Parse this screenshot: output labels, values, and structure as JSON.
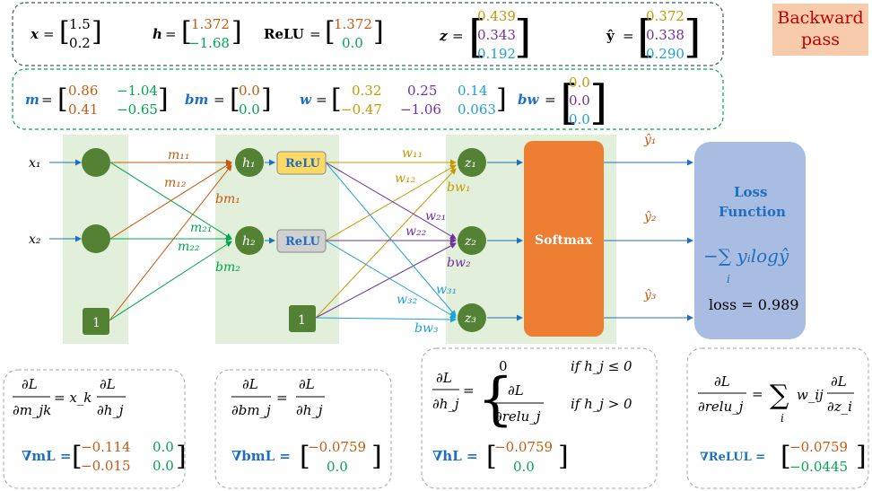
{
  "colors": {
    "orange": "#c55a11",
    "green": "#00a651",
    "purple": "#7030a0",
    "blue": "#1fa0d6",
    "gold": "#c49a00",
    "dark": "#000000",
    "formula_blue": "#1f6fbf",
    "softmax": "#ed7d31",
    "loss_box": "#a9bde2",
    "relu_yellow": "#ffd966",
    "relu_gray": "#d0d0d0",
    "layer_bg": "#e2efda",
    "neuron": "#548235"
  },
  "badge": {
    "line1": "Backward",
    "line2": "pass"
  },
  "top": {
    "x": {
      "label": "x",
      "v1": "1.5",
      "v2": "0.2"
    },
    "h": {
      "label": "h",
      "v1": "1.372",
      "v2": "−1.68"
    },
    "relu": {
      "label": "ReLU",
      "v1": "1.372",
      "v2": "0.0"
    },
    "z": {
      "label": "z",
      "v1": "0.439",
      "v2": "0.343",
      "v3": "0.192"
    },
    "yhat": {
      "label": "ŷ",
      "v1": "0.372",
      "v2": "0.338",
      "v3": "0.290"
    }
  },
  "params": {
    "m": {
      "label": "m",
      "r1c1": "0.86",
      "r1c2": "−1.04",
      "r2c1": "0.41",
      "r2c2": "−0.65"
    },
    "bm": {
      "label": "bm",
      "v1": "0.0",
      "v2": "0.0"
    },
    "w": {
      "label": "w",
      "r1c1": "0.32",
      "r1c2": "0.25",
      "r1c3": "0.14",
      "r2c1": "−0.47",
      "r2c2": "−1.06",
      "r2c3": "0.063"
    },
    "bw": {
      "label": "bw",
      "v1": "0.0",
      "v2": "0.0",
      "v3": "0.0"
    }
  },
  "net": {
    "x1": "x₁",
    "x2": "x₂",
    "one": "1",
    "h1": "h₁",
    "h2": "h₂",
    "relu": "ReLU",
    "one2": "1",
    "z1": "z₁",
    "z2": "z₂",
    "z3": "z₃",
    "m11": "m₁₁",
    "m12": "m₁₂",
    "m21": "m₂₁",
    "m22": "m₂₂",
    "bm1": "bm₁",
    "bm2": "bm₂",
    "w11": "w₁₁",
    "w12": "w₁₂",
    "w21": "w₂₁",
    "w22": "w₂₂",
    "w31": "w₃₁",
    "w32": "w₃₂",
    "bw1": "bw₁",
    "bw2": "bw₂",
    "bw3": "bw₃",
    "softmax": "Softmax",
    "y1": "ŷ₁",
    "y2": "ŷ₂",
    "y3": "ŷ₃"
  },
  "loss": {
    "title1": "Loss",
    "title2": "Function",
    "formula": "−∑ yᵢlogŷ",
    "sub": "i",
    "value": "loss = 0.989"
  },
  "grads": {
    "m": {
      "lhs": "∂L",
      "lhs_den": "∂m_jk",
      "eq": "= x_k",
      "rhs": "∂L",
      "rhs_den": "∂h_j",
      "label": "∇mL =",
      "r1c1": "−0.114",
      "r1c2": "0.0",
      "r2c1": "−0.015",
      "r2c2": "0.0"
    },
    "bm": {
      "lhs": "∂L",
      "lhs_den": "∂bm_j",
      "rhs": "∂L",
      "rhs_den": "∂h_j",
      "label": "∇bmL =",
      "v1": "−0.0759",
      "v2": "0.0"
    },
    "h": {
      "lhs": "∂L",
      "lhs_den": "∂h_j",
      "case1": "0",
      "cond1": "if  h_j ≤ 0",
      "case2_num": "∂L",
      "case2_den": "∂relu_j",
      "cond2": "if  h_j > 0",
      "label": "∇hL =",
      "v1": "−0.0759",
      "v2": "0.0"
    },
    "relu": {
      "lhs": "∂L",
      "lhs_den": "∂relu_j",
      "sum": "∑",
      "sum_sub": "i",
      "w": "w_ij",
      "rhs": "∂L",
      "rhs_den": "∂z_i",
      "label": "∇ReLUL =",
      "v1": "−0.0759",
      "v2": "−0.0445"
    }
  }
}
